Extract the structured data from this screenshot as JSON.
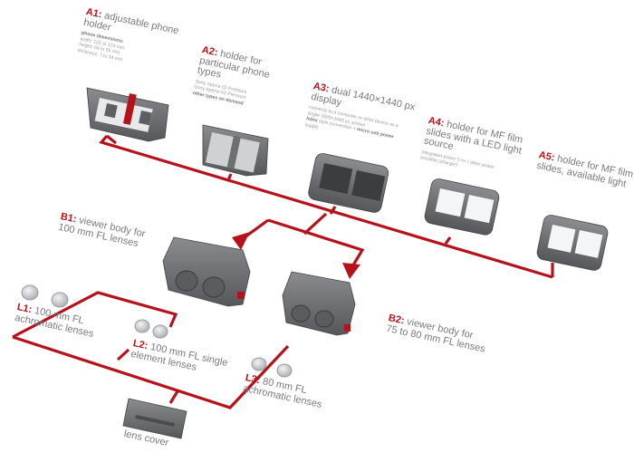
{
  "accent_color": "#b5121b",
  "part_color": "#6f7175",
  "lens_color": "#d4d6d8",
  "parts": {
    "a1": {
      "code": "A1:",
      "title": [
        "adjustable phone",
        "holder"
      ],
      "spec_heading": "phone dimensions:",
      "specs": [
        "width: 131 to 174 mm",
        "height: 64 to 95 mm",
        "thickness: 7 to 14 mm"
      ]
    },
    "a2": {
      "code": "A2:",
      "title": [
        "holder for",
        "particular phone",
        "types"
      ],
      "specs": [
        "Sony Xperia Z5 Premium",
        "Sony Xperia XZ Premium"
      ],
      "note": "other types on demand"
    },
    "a3": {
      "code": "A3:",
      "title": [
        "dual 1440×1440 px",
        "display"
      ],
      "specs": [
        "connects to a computer or other device as a",
        "single 2880×1440 px screen"
      ],
      "spec_bold": "hdmi",
      "spec_tail": [
        "style connection +",
        "micro usb power",
        "supply"
      ]
    },
    "a4": {
      "code": "A4:",
      "title": [
        "holder for MF film",
        "slides with a LED light",
        "source"
      ],
      "specs": [
        "integrated power 5 h+ / other power",
        "possible (charger)"
      ]
    },
    "a5": {
      "code": "A5:",
      "title": [
        "holder for MF film",
        "slides, available light"
      ]
    },
    "b1": {
      "code": "B1:",
      "title": [
        "viewer body for",
        "100 mm FL lenses"
      ]
    },
    "b2": {
      "code": "B2:",
      "title": [
        "viewer body for",
        "75 to 80 mm FL lenses"
      ]
    },
    "l1": {
      "code": "L1:",
      "title": [
        "100 mm FL",
        "achromatic lenses"
      ]
    },
    "l2": {
      "code": "L2:",
      "title": [
        "100 mm FL single",
        "element lenses"
      ]
    },
    "l3": {
      "code": "L3:",
      "title": [
        "80 mm FL",
        "achromatic lenses"
      ]
    },
    "cover": {
      "title": "lens cover"
    }
  }
}
